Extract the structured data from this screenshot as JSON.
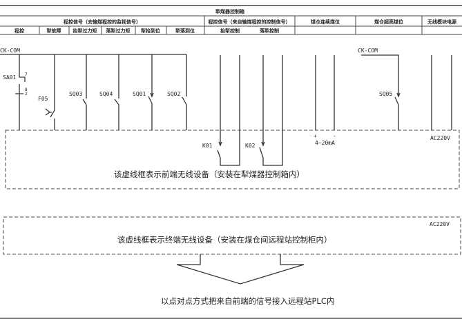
{
  "header": {
    "title": "犁煤器控制箱",
    "groups": [
      "程控信号（去输煤程控的监视信号）",
      "程控信号（来自输煤程控的控制信号）",
      "煤仓连续煤位",
      "煤仓超高煤位",
      "无线模块电源"
    ],
    "columns": [
      "程控",
      "犁故障",
      "抬犁过力矩",
      "落犁过力矩",
      "犁抬到位",
      "犁落到位",
      "抬犁控制",
      "落犁控制"
    ]
  },
  "schematic": {
    "bus_left": "CK-COM",
    "bus_right": "CK-COM",
    "sa01": "SA01",
    "sa01_pin_top": "7",
    "sa01_pin_bottom": "8",
    "sa01_pin_bottom2": "2",
    "f05": "F05",
    "sq03": "SQ03",
    "sq04": "SQ04",
    "sq01": "SQ01",
    "sq02": "SQ02",
    "sq05": "SQ05",
    "k01": "K01",
    "k02": "K02",
    "plus": "+",
    "minus": "-",
    "analog": "4~20mA",
    "power1": "AC220V",
    "power2": "AC220V"
  },
  "front_box_caption": "该虚线框表示前端无线设备（安装在犁煤器控制箱内）",
  "terminal_box_caption": "该虚线框表示终端无线设备（安装在煤仓间远程站控制柜内）",
  "bottom_caption": "以点对点方式把来自前端的信号接入远程站PLC内"
}
